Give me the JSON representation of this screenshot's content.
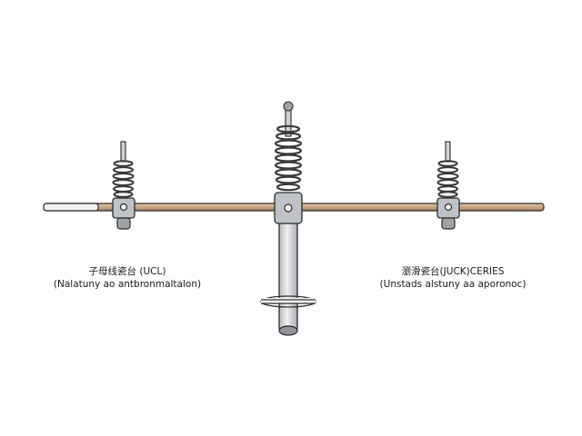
{
  "labels": {
    "left_title": "子母线瓷台 (UCL)",
    "left_subtitle": "(Nalatuny ao antbronmaltalon)",
    "right_title": "瀏滑瓷台(JUCK)CERIES",
    "right_subtitle": "(Unstads alstuny aa aporonoc)"
  },
  "colors": {
    "outline": "#2b2b2b",
    "rod_fill": "#caa787",
    "clamp_fill": "#bfc3c7",
    "spring": "#3a3a3a",
    "post_fill": "#d9dcdf",
    "cap_fill": "#9ea3a8"
  }
}
